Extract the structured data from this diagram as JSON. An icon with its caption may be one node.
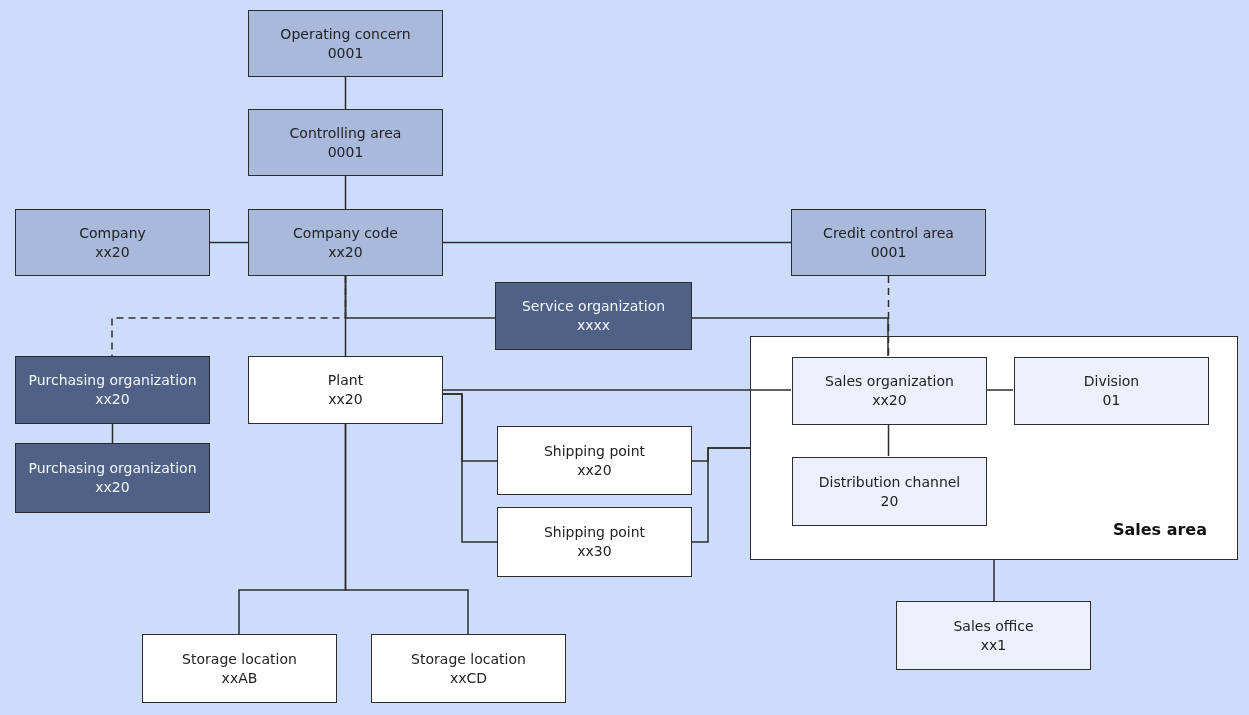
{
  "diagram": {
    "nodes": [
      {
        "text": [
          "Operating concern",
          "0001"
        ]
      },
      {
        "text": [
          "Controlling area",
          "0001"
        ]
      },
      {
        "text": [
          "Company",
          "xx20"
        ]
      },
      {
        "text": [
          "Company code",
          "xx20"
        ]
      },
      {
        "text": [
          "Credit control area",
          "0001"
        ]
      },
      {
        "text": [
          "Service organization",
          "xxxx"
        ]
      },
      {
        "text": [
          "Purchasing organization",
          "xx20"
        ]
      },
      {
        "text": [
          "Plant",
          "xx20"
        ]
      },
      {
        "text": [
          "Sales area"
        ]
      },
      {
        "text": [
          "Sales organization",
          "xx20"
        ],
        "in": 8
      },
      {
        "text": [
          "Division",
          "01"
        ],
        "in": 8
      },
      {
        "text": [
          "Purchasing organization",
          "xx20"
        ]
      },
      {
        "text": [
          "Shipping point",
          "xx20"
        ]
      },
      {
        "text": [
          "Distribution channel",
          "20"
        ],
        "in": 8
      },
      {
        "text": [
          "Shipping point",
          "xx30"
        ]
      },
      {
        "text": [
          "Sales office",
          "xx1"
        ]
      },
      {
        "text": [
          "Storage location",
          "xxAB"
        ]
      },
      {
        "text": [
          "Storage location",
          "xxCD"
        ]
      }
    ],
    "edges": [
      {
        "from": 0,
        "to": 1,
        "arrow": "none"
      },
      {
        "from": 1,
        "to": 3,
        "arrow": "none"
      },
      {
        "from": 2,
        "to": 3,
        "arrow": "none"
      },
      {
        "from": 3,
        "to": 4,
        "arrow": "none"
      },
      {
        "from": 3,
        "to": 7,
        "arrow": "none"
      },
      {
        "from": 3,
        "to": 6,
        "arrow": "none",
        "style": "dashed"
      },
      {
        "from": 3,
        "to": 5,
        "arrow": "none"
      },
      {
        "from": 5,
        "to": 9,
        "arrow": "none"
      },
      {
        "from": 4,
        "to": 9,
        "arrow": "none",
        "style": "dashed"
      },
      {
        "from": 6,
        "to": 11,
        "arrow": "none"
      },
      {
        "from": 7,
        "to": 9,
        "arrow": "none"
      },
      {
        "from": 7,
        "to": 12,
        "arrow": "none"
      },
      {
        "from": 7,
        "to": 14,
        "arrow": "none"
      },
      {
        "from": 12,
        "to": 8,
        "arrow": "none"
      },
      {
        "from": 14,
        "to": 8,
        "arrow": "none"
      },
      {
        "from": 9,
        "to": 10,
        "arrow": "none"
      },
      {
        "from": 9,
        "to": 13,
        "arrow": "none"
      },
      {
        "from": 8,
        "to": 15,
        "arrow": "none"
      },
      {
        "from": 7,
        "to": 16,
        "arrow": "none"
      },
      {
        "from": 7,
        "to": 17,
        "arrow": "none"
      }
    ]
  }
}
